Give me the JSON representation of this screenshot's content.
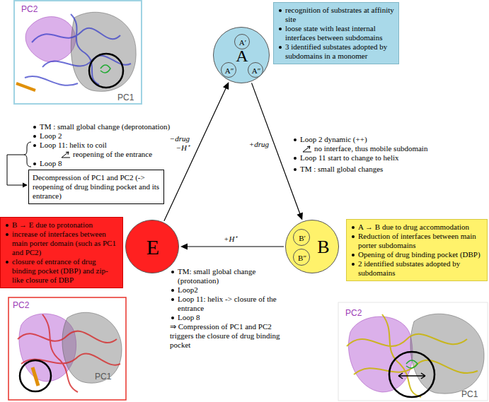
{
  "diagram": {
    "nodes": [
      {
        "text": [
          "A"
        ]
      },
      {
        "text": [
          "A′"
        ],
        "in": 0
      },
      {
        "text": [
          "A″"
        ],
        "in": 0
      },
      {
        "text": [
          "A″"
        ],
        "in": 0
      },
      {
        "text": [
          "B"
        ]
      },
      {
        "text": [
          "B′"
        ],
        "in": 4
      },
      {
        "text": [
          "B″"
        ],
        "in": 4
      },
      {
        "text": [
          "E"
        ]
      },
      {
        "text": [
          "recognition of substrates at affinity site",
          "loose state with least internal interfaces between subdomains",
          "3 identified substates adopted by subdomains in a monomer"
        ]
      },
      {
        "text": [
          "A → B due to drug accommodation",
          "Reduction of interfaces between main porter subdomains",
          "Opening of drug binding pocket (DBP)",
          "2 identified substates adopted by subdomains"
        ]
      },
      {
        "text": [
          "B → E due to protonation",
          "increase of interfaces between main porter domain (such as PC1 and PC2)",
          "closure of entrance of drug binding pocket (DBP) and zip-like closure of DBP"
        ]
      },
      {
        "text": [
          "Decompression of PC1 and PC2 (-> reopening of drug binding pocket and its entrance)"
        ]
      }
    ],
    "edges": [
      {
        "from": 0,
        "to": 4,
        "arrow": "to",
        "label": "+drug"
      },
      {
        "from": 4,
        "to": 7,
        "arrow": "to",
        "label": "+H⁺"
      },
      {
        "from": 7,
        "to": 0,
        "arrow": "to",
        "label": "−drug −H⁺"
      }
    ],
    "labels": [
      "PC2",
      "PC1",
      "TM : small global change (deprotonation)",
      "Loop 2",
      "Loop 11: helix to coil",
      "reopening of the entrance",
      "Loop 8",
      "Loop 2 dynamic (++)",
      "no interface, thus mobile subdomain",
      "Loop 11 start to change to helix",
      "TM : small global changes",
      "TM: small global change (protonation)",
      "Loop2",
      "Loop 11: helix -> closure of the entrance",
      "Loop 8",
      "⇒ Compression of PC1 and PC2 triggers the closure of drug binding pocket",
      "PC2",
      "PC1",
      "PC2",
      "PC1"
    ]
  }
}
